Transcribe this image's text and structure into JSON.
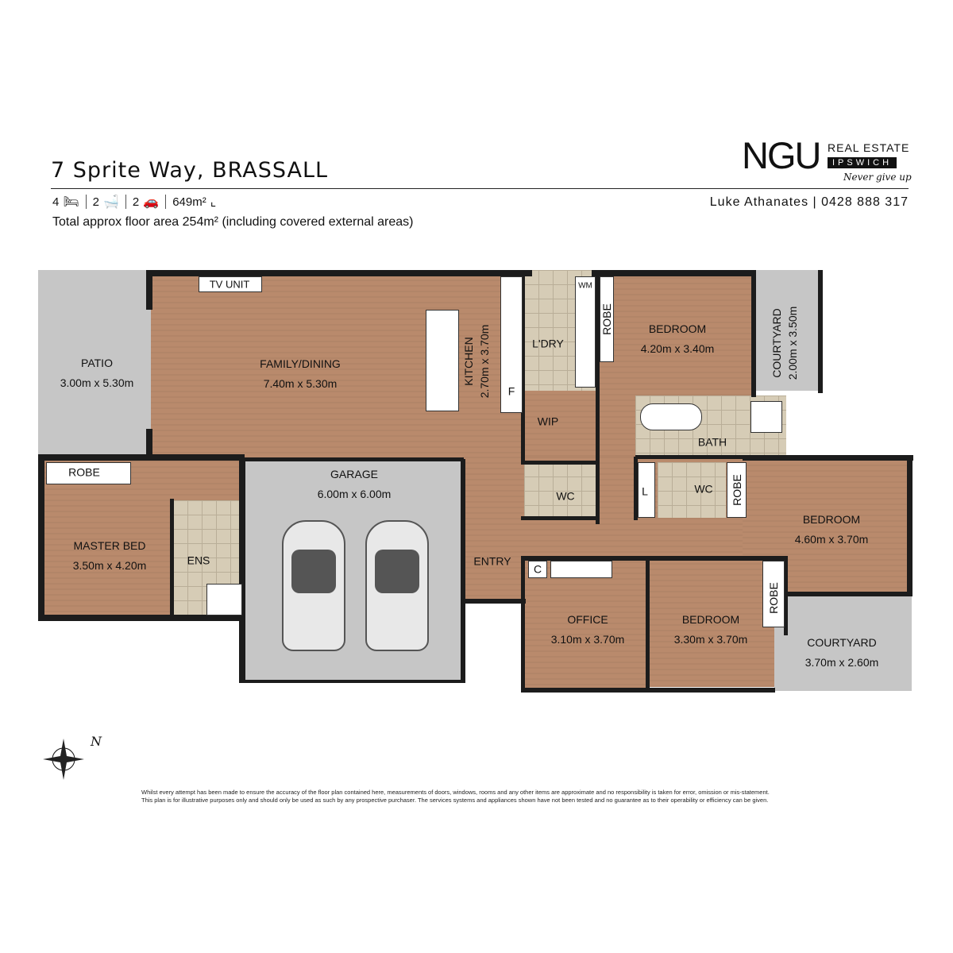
{
  "header": {
    "address": "7 Sprite Way, BRASSALL",
    "beds": "4",
    "baths": "2",
    "cars": "2",
    "land": "649m²",
    "floor_area": "Total approx floor area 254m² (including covered external areas)"
  },
  "brand": {
    "name": "NGU",
    "tag1": "REAL ESTATE",
    "tag2": "IPSWICH",
    "slogan": "Never give up"
  },
  "agent": "Luke Athanates | 0428 888 317",
  "rooms": {
    "patio": {
      "name": "PATIO",
      "size": "3.00m x 5.30m"
    },
    "tv": "TV UNIT",
    "family": {
      "name": "FAMILY/DINING",
      "size": "7.40m x 5.30m"
    },
    "kitchen": {
      "name": "KITCHEN",
      "size": "2.70m x 3.70m"
    },
    "fridge": "F",
    "laundry": "L'DRY",
    "wm": "WM",
    "robe": "ROBE",
    "bed1": {
      "name": "BEDROOM",
      "size": "4.20m x 3.40m"
    },
    "courtyard1": {
      "name": "COURTYARD",
      "size": "2.00m x 3.50m"
    },
    "wip": "WIP",
    "bath": "BATH",
    "master": {
      "name": "MASTER BED",
      "size": "3.50m x 4.20m"
    },
    "ens": "ENS",
    "garage": {
      "name": "GARAGE",
      "size": "6.00m x 6.00m"
    },
    "wc": "WC",
    "linen": "L",
    "bed2": {
      "name": "BEDROOM",
      "size": "4.60m x 3.70m"
    },
    "entry": "ENTRY",
    "cupboard": "C",
    "office": {
      "name": "OFFICE",
      "size": "3.10m x 3.70m"
    },
    "bed3": {
      "name": "BEDROOM",
      "size": "3.30m x 3.70m"
    },
    "courtyard2": {
      "name": "COURTYARD",
      "size": "3.70m x 2.60m"
    }
  },
  "compass": "N",
  "disclaimer": [
    "Whilst every attempt has been made to ensure the accuracy of the floor plan contained here, measurements of doors, windows, rooms and any other items are approximate and no responsibility is taken for error, omission or mis-statement.",
    "This plan is for illustrative purposes only and should only be used as such by any prospective purchaser. The services systems and appliances shown have not been tested and no guarantee as to their operability or efficiency can be given."
  ]
}
